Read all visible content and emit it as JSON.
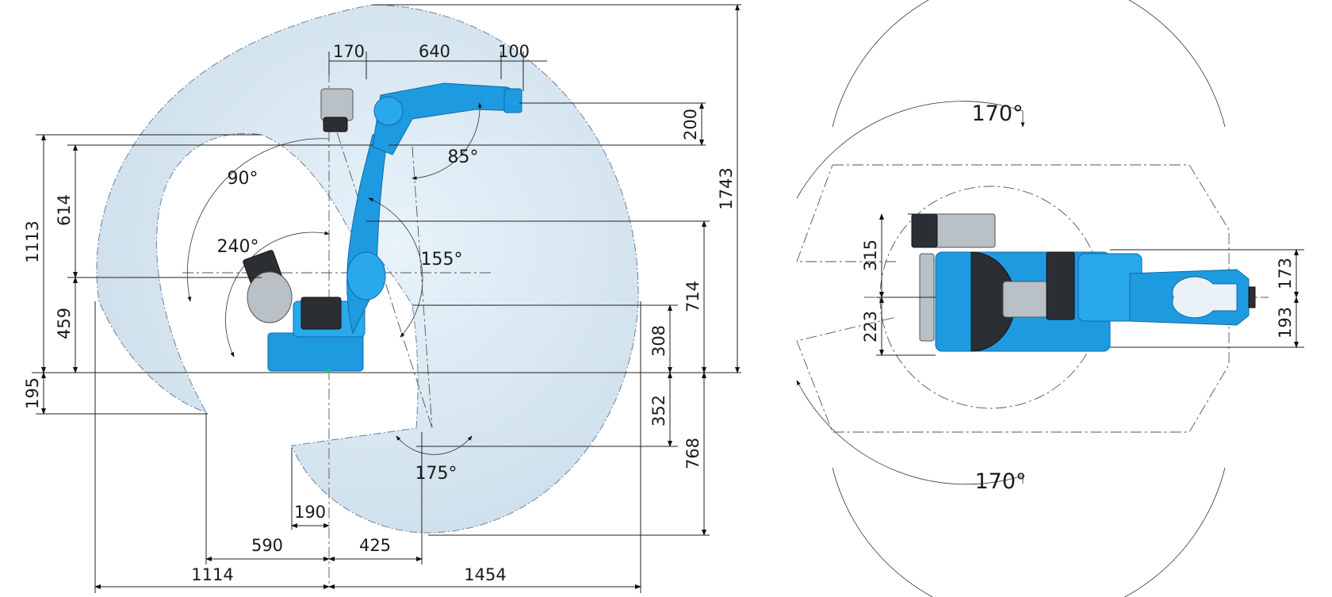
{
  "side_view": {
    "dimensions": {
      "d170": "170",
      "d640": "640",
      "d100": "100",
      "d200": "200",
      "d1743": "1743",
      "d1113": "1113",
      "d614": "614",
      "d459": "459",
      "d195": "195",
      "d714": "714",
      "d308": "308",
      "d352": "352",
      "d768": "768",
      "d190": "190",
      "d590": "590",
      "d425": "425",
      "d1114": "1114",
      "d1454": "1454"
    },
    "angles": {
      "a85": "85°",
      "a90": "90°",
      "a240": "240°",
      "a155": "155°",
      "a175": "175°"
    }
  },
  "top_view": {
    "angles": {
      "top": "170°",
      "bottom": "170°"
    },
    "dimensions": {
      "d315": "315",
      "d223": "223",
      "d173": "173",
      "d193": "193"
    }
  },
  "colors": {
    "robot": "#1e9be0",
    "envelope": "#dbeaf4"
  }
}
